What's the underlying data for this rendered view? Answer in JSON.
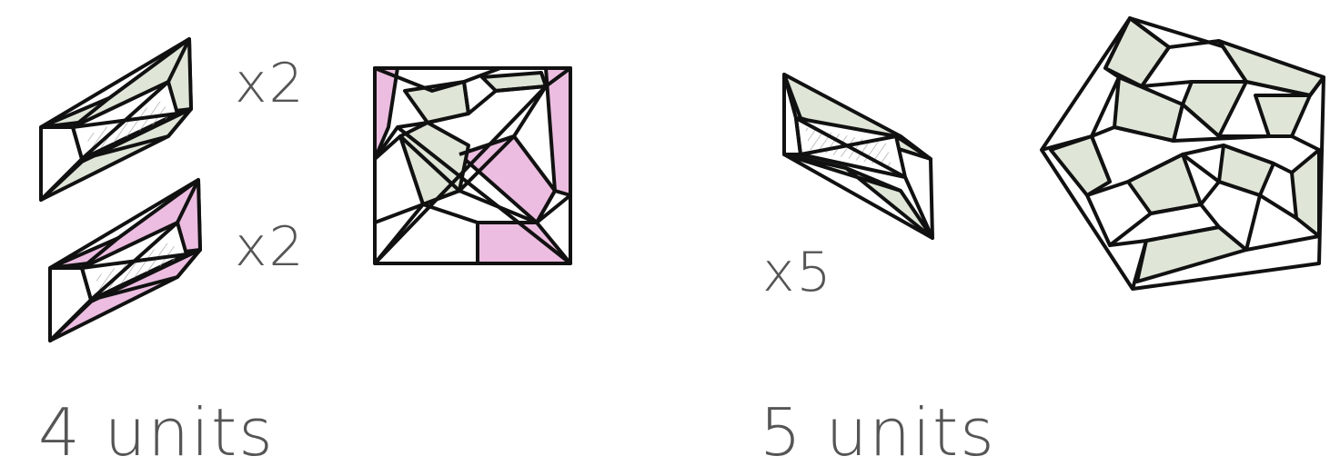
{
  "colors": {
    "stroke": "#111111",
    "green_fill": "#dfe6d8",
    "pink_fill": "#ecbde0",
    "hatch": "#9a9a9a",
    "text": "#555555"
  },
  "groups": [
    {
      "id": "four-units",
      "caption": "4 units",
      "multipliers": [
        "x2",
        "x2"
      ],
      "unit_colors": [
        "green",
        "pink"
      ],
      "assembly": "square"
    },
    {
      "id": "five-units",
      "caption": "5 units",
      "multipliers": [
        "x5"
      ],
      "unit_colors": [
        "green"
      ],
      "assembly": "pentagon"
    }
  ]
}
